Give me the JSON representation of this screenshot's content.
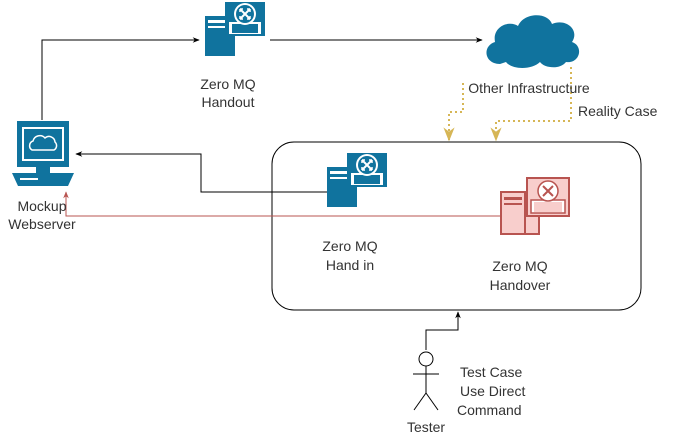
{
  "nodes": {
    "mockup": {
      "line1": "Mockup",
      "line2": "Webserver",
      "icon": "computer-cloud-icon"
    },
    "handout": {
      "line1": "Zero MQ",
      "line2": "Handout",
      "icon": "server-router-icon"
    },
    "other_infra": {
      "label": "Other Infrastructure",
      "icon": "cloud-icon"
    },
    "handin": {
      "line1": "Zero MQ",
      "line2": "Hand in",
      "icon": "server-router-icon"
    },
    "handover": {
      "line1": "Zero MQ",
      "line2": "Handover",
      "icon": "server-router-icon"
    },
    "tester": {
      "label": "Tester",
      "icon": "stick-figure-icon"
    }
  },
  "annotations": {
    "reality_case": "Reality Case",
    "test_case": {
      "line1": "Test Case",
      "line2": "Use Direct",
      "line3": "Command"
    }
  },
  "colors": {
    "node_blue": "#10739E",
    "highlight_red": "#F8CECC",
    "highlight_red_stroke": "#B85450",
    "dotted_yellow": "#D6B656",
    "edge_black": "#000000",
    "edge_red": "#B85450"
  }
}
